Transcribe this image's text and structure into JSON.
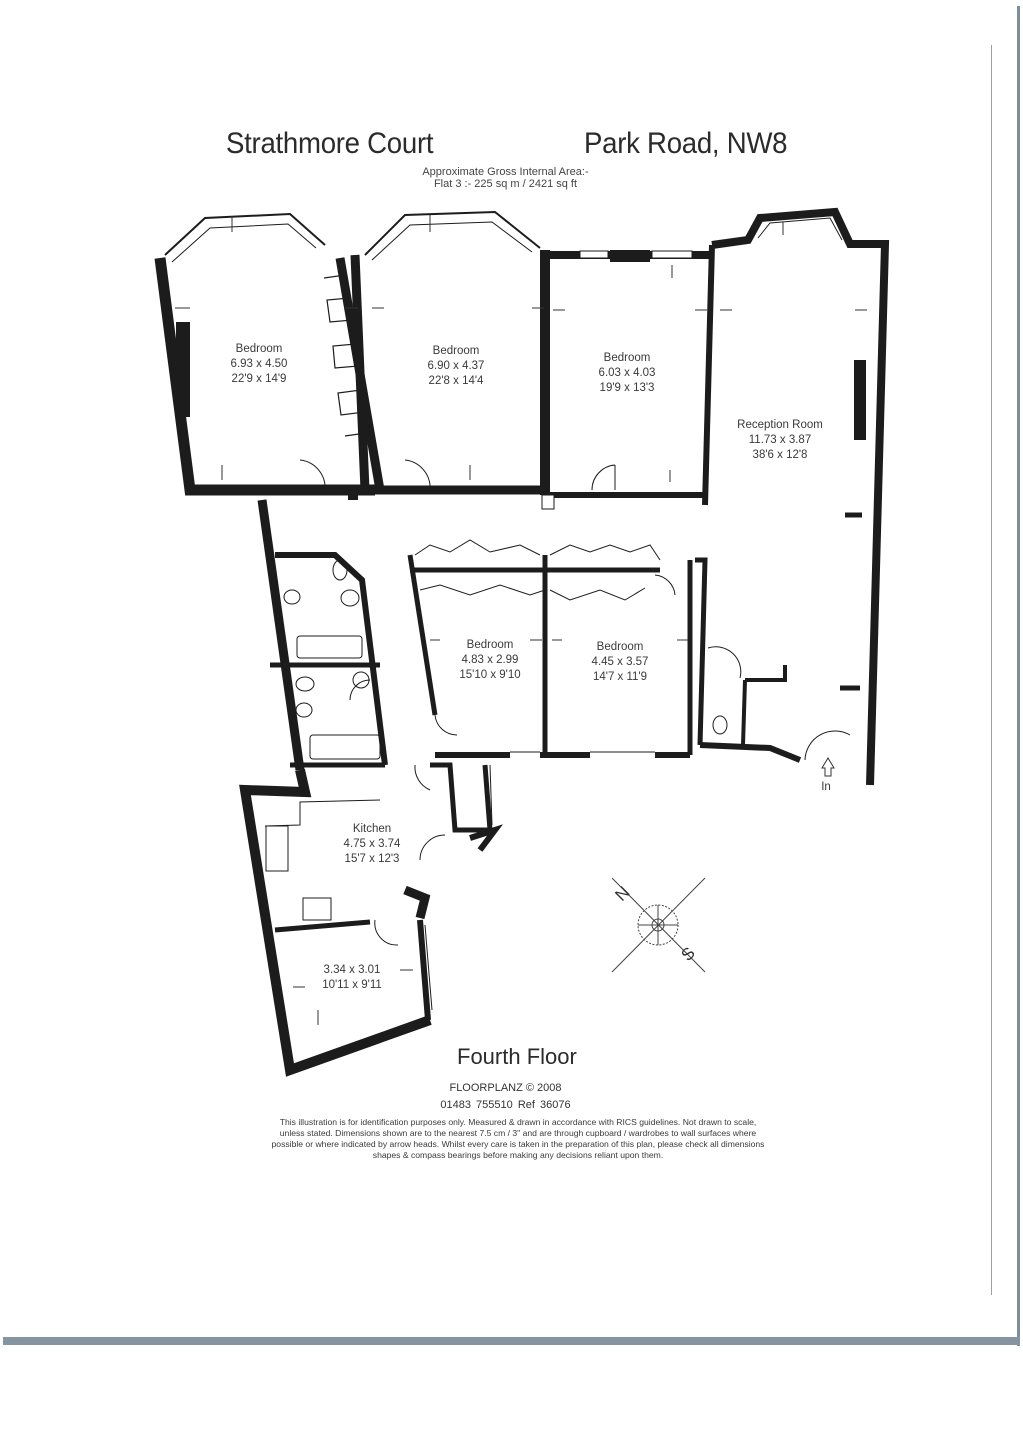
{
  "header": {
    "building": "Strathmore Court",
    "address": "Park Road, NW8",
    "area_caption": "Approximate Gross Internal Area:-",
    "area_value": "Flat 3 :- 225 sq m / 2421 sq ft"
  },
  "rooms": [
    {
      "name": "Bedroom",
      "metric": "6.93 x 4.50",
      "imperial": "22'9 x 14'9"
    },
    {
      "name": "Bedroom",
      "metric": "6.90 x 4.37",
      "imperial": "22'8 x 14'4"
    },
    {
      "name": "Bedroom",
      "metric": "6.03 x 4.03",
      "imperial": "19'9 x 13'3"
    },
    {
      "name": "Reception Room",
      "metric": "11.73 x 3.87",
      "imperial": "38'6 x 12'8"
    },
    {
      "name": "Bedroom",
      "metric": "4.83 x 2.99",
      "imperial": "15'10 x 9'10"
    },
    {
      "name": "Bedroom",
      "metric": "4.45 x 3.57",
      "imperial": "14'7 x 11'9"
    },
    {
      "name": "Kitchen",
      "metric": "4.75 x 3.74",
      "imperial": "15'7 x 12'3"
    },
    {
      "name": "",
      "metric": "3.34 x 3.01",
      "imperial": "10'11 x 9'11"
    }
  ],
  "entrance_label": "In",
  "compass": {
    "north": "N",
    "south": "S",
    "icon": "compass-rose-icon"
  },
  "footer": {
    "floor": "Fourth Floor",
    "company": "FLOORPLANZ © 2008",
    "phone_ref": "01483 755510     Ref  36076",
    "disclaimer": "This illustration is for identification purposes only. Measured & drawn in accordance with RICS guidelines. Not drawn to scale, unless stated. Dimensions shown are to the nearest 7.5 cm / 3\" and are through cupboard / wardrobes to wall surfaces where possible or where indicated by arrow heads. Whilst every care is taken in the preparation of this plan, please check all dimensions shapes & compass bearings before making any decisions reliant upon them."
  },
  "colors": {
    "wall": "#1c1c1c",
    "paper": "#ffffff",
    "scan_edge": "#8494a1"
  }
}
